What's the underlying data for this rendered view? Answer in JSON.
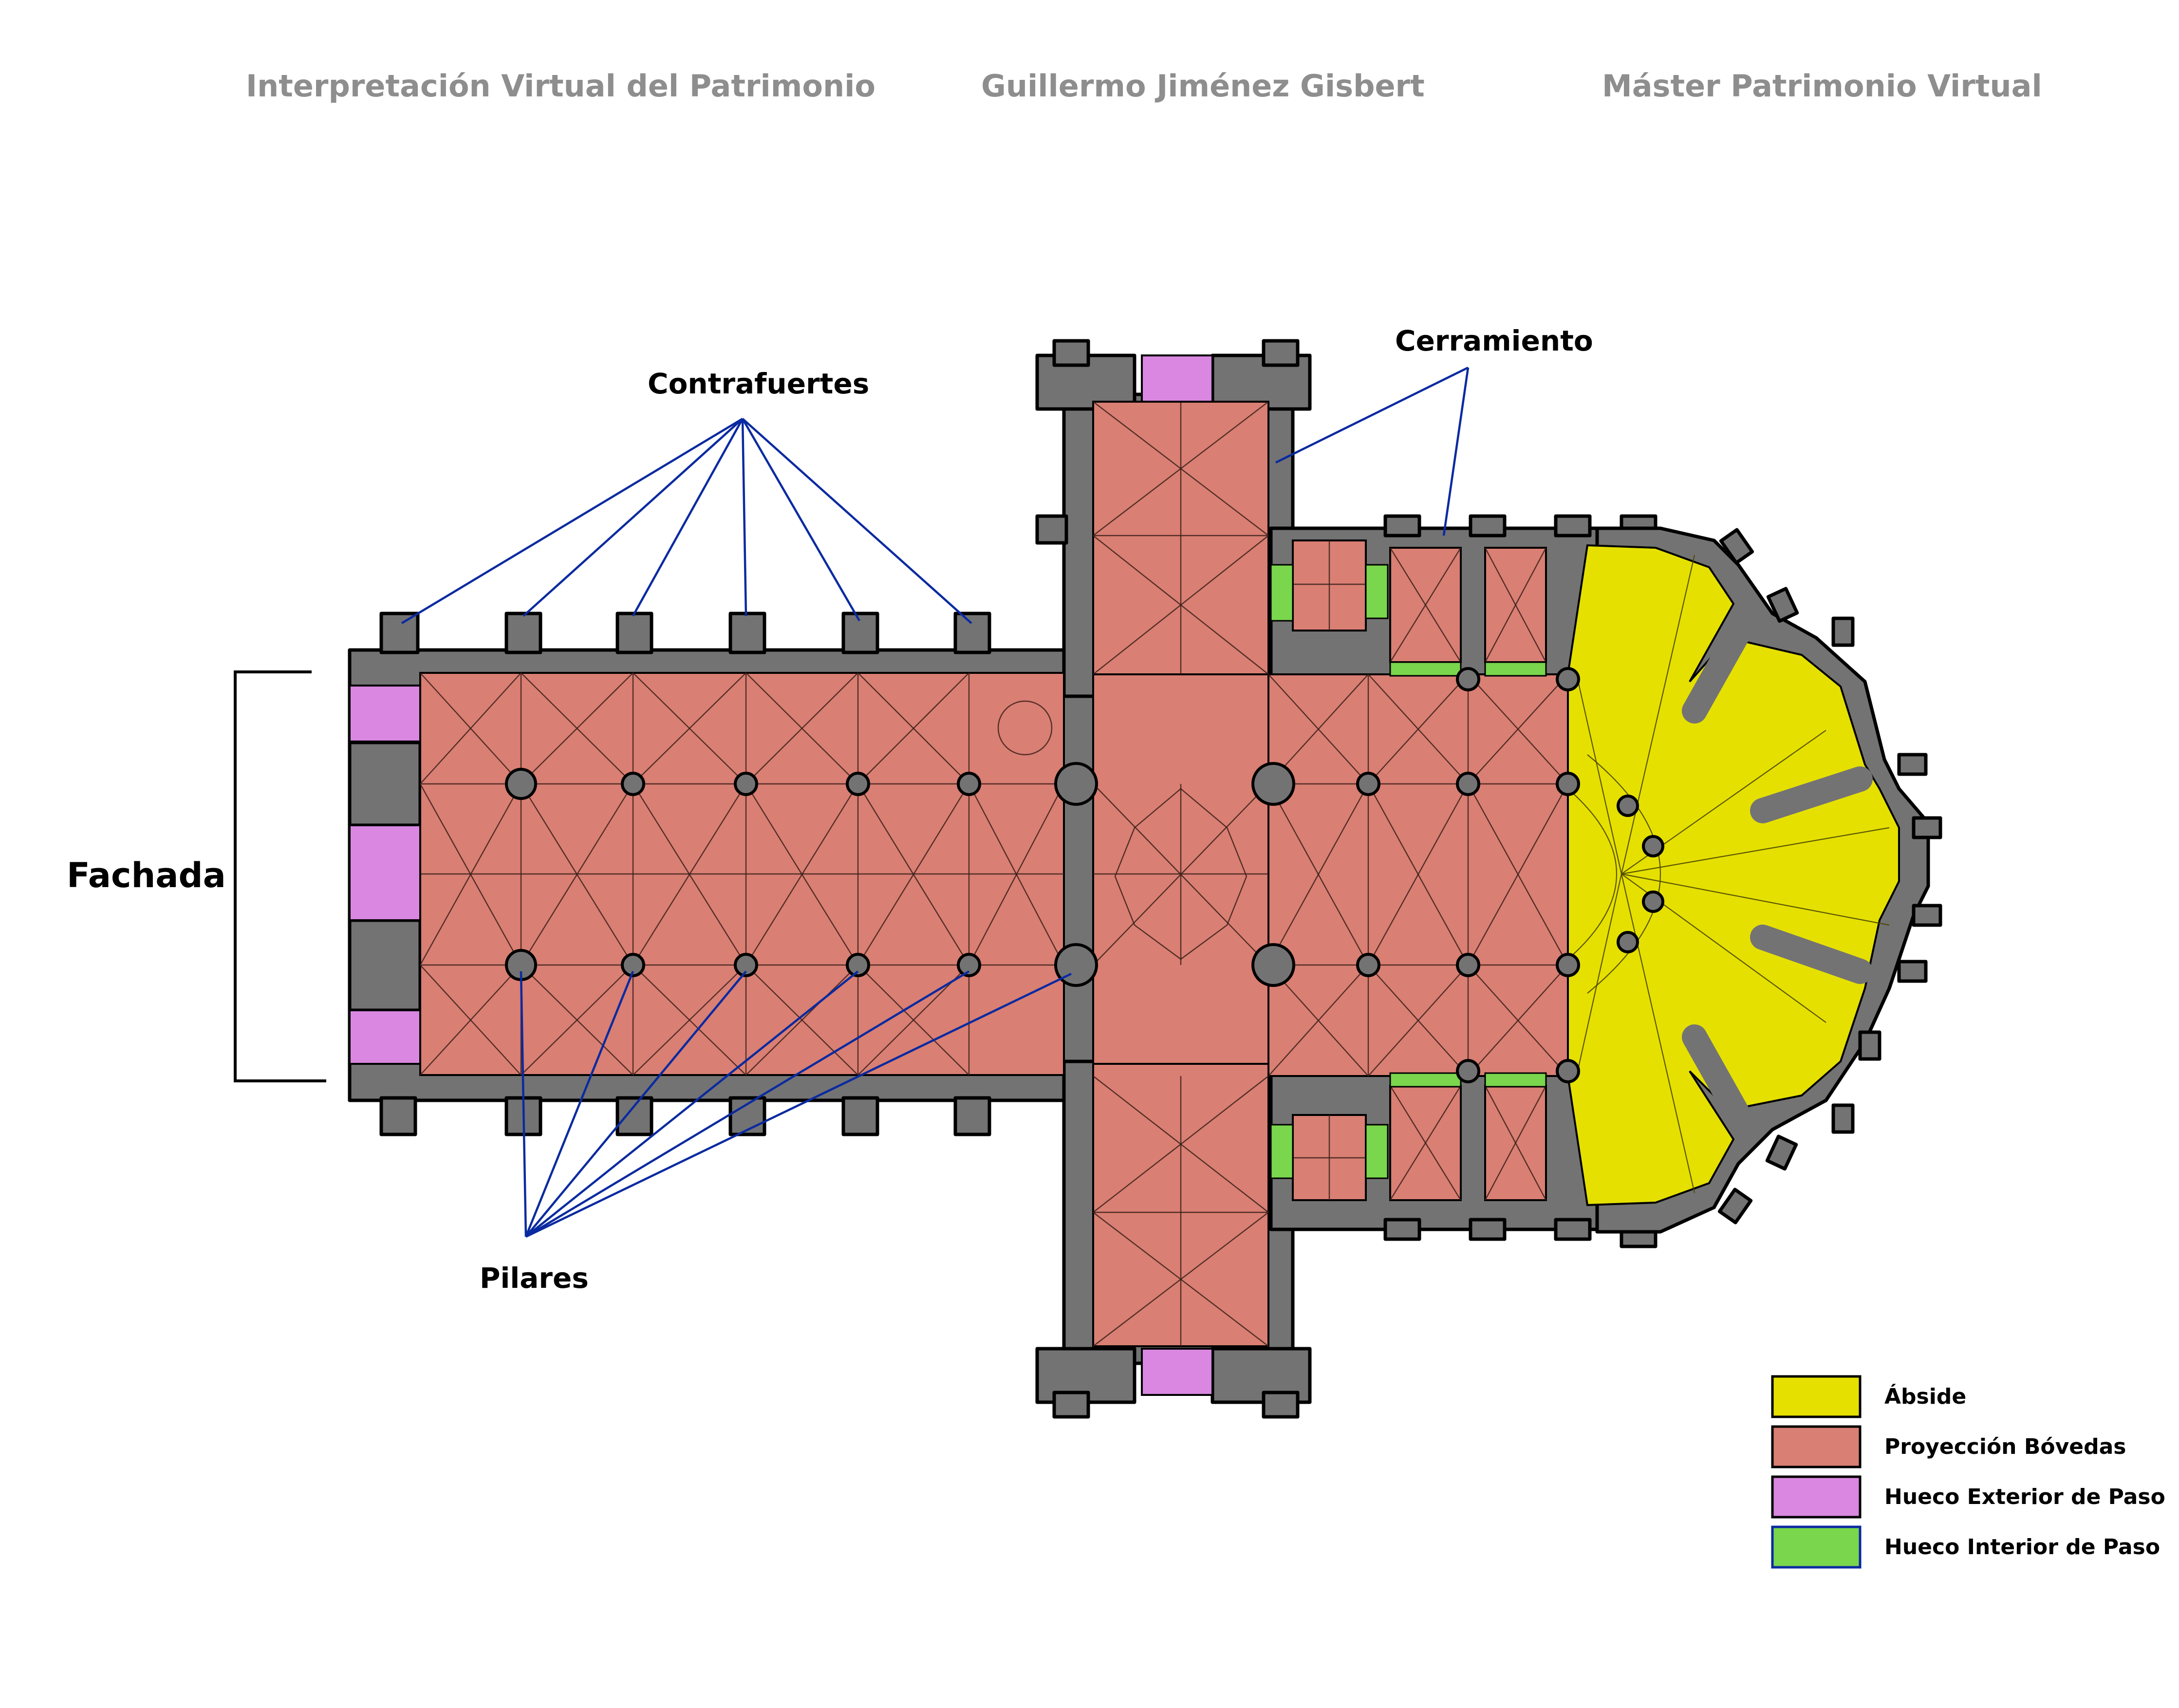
{
  "header": {
    "left": "Interpretación Virtual del Patrimonio",
    "center": "Guillermo Jiménez Gisbert",
    "right": "Máster Patrimonio Virtual"
  },
  "labels": {
    "contrafuertes": "Contrafuertes",
    "cerramiento": "Cerramiento",
    "fachada": "Fachada",
    "pilares": "Pilares"
  },
  "legend": {
    "items": [
      {
        "label": "Ábside",
        "color": "#e5e000"
      },
      {
        "label": "Proyección Bóvedas",
        "color": "#d97f73"
      },
      {
        "label": "Hueco Exterior de Paso",
        "color": "#d987e0"
      },
      {
        "label": "Hueco Interior de Paso",
        "color": "#7ad64c"
      }
    ]
  },
  "colors": {
    "wall": "#737373",
    "leader": "#0a2aa0",
    "header_text": "#8e8e8e"
  }
}
